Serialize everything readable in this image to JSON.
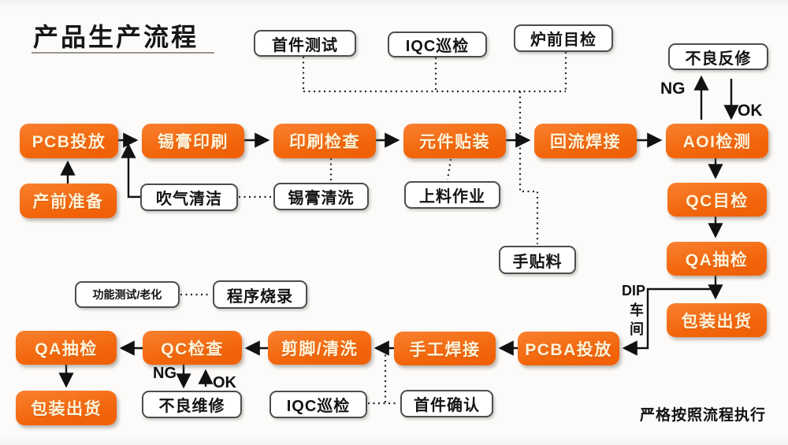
{
  "title": "产品生产流程",
  "footer_note": "严格按照流程执行",
  "colors": {
    "accent": "#f2650a",
    "node_text": "#fdf3da",
    "line": "#111111",
    "white_box_border": "#4d4d4d"
  },
  "nodes": {
    "pcb_release": {
      "label": "PCB投放",
      "type": "process"
    },
    "pre_production": {
      "label": "产前准备",
      "type": "process"
    },
    "solder_paste_print": {
      "label": "锡膏印刷",
      "type": "process"
    },
    "print_inspection": {
      "label": "印刷检查",
      "type": "process"
    },
    "component_mount": {
      "label": "元件贴装",
      "type": "process"
    },
    "reflow_solder": {
      "label": "回流焊接",
      "type": "process"
    },
    "aoi_inspection": {
      "label": "AOI检测",
      "type": "process"
    },
    "qc_visual": {
      "label": "QC目检",
      "type": "process"
    },
    "qa_sampling_top": {
      "label": "QA抽检",
      "type": "process"
    },
    "packing_top": {
      "label": "包装出货",
      "type": "process"
    },
    "first_article_test": {
      "label": "首件测试",
      "type": "note"
    },
    "iqc_patrol_top": {
      "label": "IQC巡检",
      "type": "note"
    },
    "pre_furnace_visual": {
      "label": "炉前目检",
      "type": "note"
    },
    "defect_rework": {
      "label": "不良反修",
      "type": "note"
    },
    "air_blow_clean": {
      "label": "吹气清洁",
      "type": "note"
    },
    "solder_paste_clean": {
      "label": "锡膏清洗",
      "type": "note"
    },
    "loading_operation": {
      "label": "上料作业",
      "type": "note"
    },
    "hand_placement": {
      "label": "手贴料",
      "type": "note"
    },
    "function_test_aging": {
      "label": "功能测试/老化",
      "type": "note"
    },
    "program_burning": {
      "label": "程序烧录",
      "type": "note"
    },
    "qa_sampling_bottom": {
      "label": "QA抽检",
      "type": "process"
    },
    "qc_check": {
      "label": "QC检查",
      "type": "process"
    },
    "cut_clean": {
      "label": "剪脚/清洗",
      "type": "process"
    },
    "hand_solder": {
      "label": "手工焊接",
      "type": "process"
    },
    "pcba_release": {
      "label": "PCBA投放",
      "type": "process"
    },
    "packing_bottom": {
      "label": "包装出货",
      "type": "process"
    },
    "defect_repair": {
      "label": "不良维修",
      "type": "note"
    },
    "iqc_patrol_bottom": {
      "label": "IQC巡检",
      "type": "note"
    },
    "first_article_confirm": {
      "label": "首件确认",
      "type": "note"
    }
  },
  "labels": {
    "ng_top": "NG",
    "ok_top": "OK",
    "ng_bottom": "NG",
    "ok_bottom": "OK",
    "dip_line1": "DIP",
    "dip_line2": "车",
    "dip_line3": "间"
  }
}
